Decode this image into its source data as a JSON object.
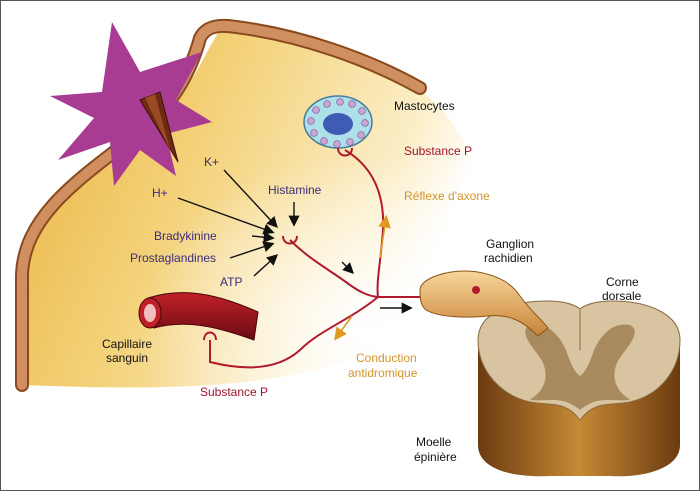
{
  "labels": {
    "mastocytes": "Mastocytes",
    "substance_p_top": "Substance P",
    "reflexe_axone": "Réflexe d'axone",
    "k_plus": "K+",
    "h_plus": "H+",
    "histamine": "Histamine",
    "bradykinine": "Bradykinine",
    "prostaglandines": "Prostaglandines",
    "atp": "ATP",
    "capillaire_line1": "Capillaire",
    "capillaire_line2": "sanguin",
    "substance_p_bottom": "Substance P",
    "conduction_line1": "Conduction",
    "conduction_line2": "antidromique",
    "ganglion_line1": "Ganglion",
    "ganglion_line2": "rachidien",
    "corne_line1": "Corne",
    "corne_line2": "dorsale",
    "moelle_line1": "Moelle",
    "moelle_line2": "épinière"
  },
  "colors": {
    "tissue": "#f2c85e",
    "skin": "#c98a5c",
    "injury": "#a83c92",
    "nerve": "#b01a2c",
    "navy_text": "#3c2c7a",
    "orange_text": "#d2952a",
    "spinal_white": "#d8c4a0",
    "spinal_grey": "#a88a5e",
    "mast_cell": "#aee0ea",
    "nucleus": "#3e5cb4"
  },
  "icons": [
    "thorn-icon",
    "mast-cell-icon",
    "capillary-icon",
    "ganglion-icon",
    "spinal-cord-icon"
  ]
}
